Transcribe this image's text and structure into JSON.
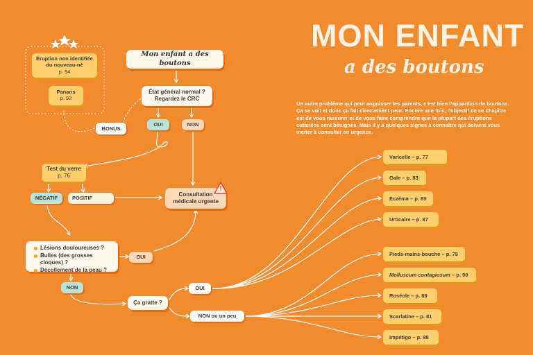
{
  "header": {
    "title": "MON ENFANT",
    "subtitle": "a des boutons",
    "intro": "Un autre problème qui peut angoisser les parents, c’est bien l’apparition de boutons. Ça se voit et donc ça fait directement peur. Encore une fois, l’objectif de ce chapitre est de vous rassurer et de vous faire comprendre que la plupart des éruptions cutanées sont bénignes. Mais il y a quelques signes à connaître qui doivent vous inciter à consulter en urgence."
  },
  "flow": {
    "start": "Mon enfant a des boutons",
    "etat_line1": "État général normal ?",
    "etat_line2": "Regardez le CRC",
    "oui1": "OUI",
    "non1": "NON",
    "bonus": "BONUS",
    "bonus_box": {
      "item1_line1": "Éruption non identifiée",
      "item1_line2": "du nouveau-né",
      "item1_page": "p. 94",
      "item2_line1": "Panaris",
      "item2_page": "p. 92"
    },
    "test_line1": "Test du verre",
    "test_line2": "p. 76",
    "negatif": "NÉGATIF",
    "positif": "POSITIF",
    "consultation_line1": "Consultation",
    "consultation_line2": "médicale urgente",
    "warning_glyph": "!",
    "lesions": [
      "Lésions douloureuses ?",
      "Bulles (des grosses cloques) ?",
      "Décollement de la peau ?"
    ],
    "oui2": "OUI",
    "non2": "NON",
    "gratte": "Ça gratte ?",
    "oui3": "OUI",
    "non3": "NON ou un peu"
  },
  "results_itchy": [
    {
      "name": "Varicelle",
      "page": "– p. 77"
    },
    {
      "name": "Gale",
      "page": "– p. 83"
    },
    {
      "name": "Eczéma",
      "page": "– p. 85"
    },
    {
      "name": "Urticaire",
      "page": "– p. 87"
    }
  ],
  "results_not_itchy": [
    {
      "name": "Pieds-mains-bouche",
      "page": "– p. 79"
    },
    {
      "name": "Molluscum contagiosum",
      "page": "– p. 90",
      "italic": true
    },
    {
      "name": "Roséole",
      "page": "– p. 89"
    },
    {
      "name": "Scarlatine",
      "page": "– p. 81"
    },
    {
      "name": "Impétigo",
      "page": "– p. 88"
    }
  ],
  "colors": {
    "background": "#F28A2E",
    "result_box": "#FFCF6E",
    "pill_green": "#B9E3D6",
    "pill_peach": "#FFD8B5",
    "bullet": "#F5A623",
    "warning": "#E8412A"
  }
}
